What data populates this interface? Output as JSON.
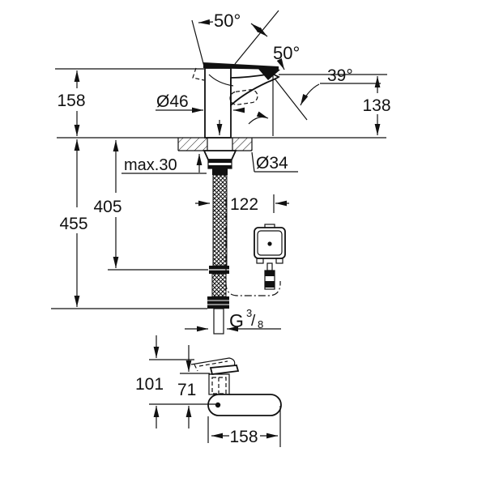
{
  "drawing": {
    "view_main": {
      "angle_open": "50°",
      "angle_mid": "50°",
      "angle_spout": "39°",
      "dim_height_above_deck": "158",
      "dim_body_diameter": "Ø46",
      "dim_spout_height": "138",
      "dim_max_mounting_thickness": "max.30",
      "dim_hole_diameter": "Ø34",
      "dim_hose_reach": "405",
      "dim_box_offset": "122",
      "dim_hose_length": "455",
      "thread_g": "G",
      "thread_numerator": "3",
      "thread_slash": "/",
      "thread_denominator": "8"
    },
    "view_side": {
      "dim_total_height": "101",
      "dim_spout_height": "71",
      "dim_length": "158"
    }
  }
}
